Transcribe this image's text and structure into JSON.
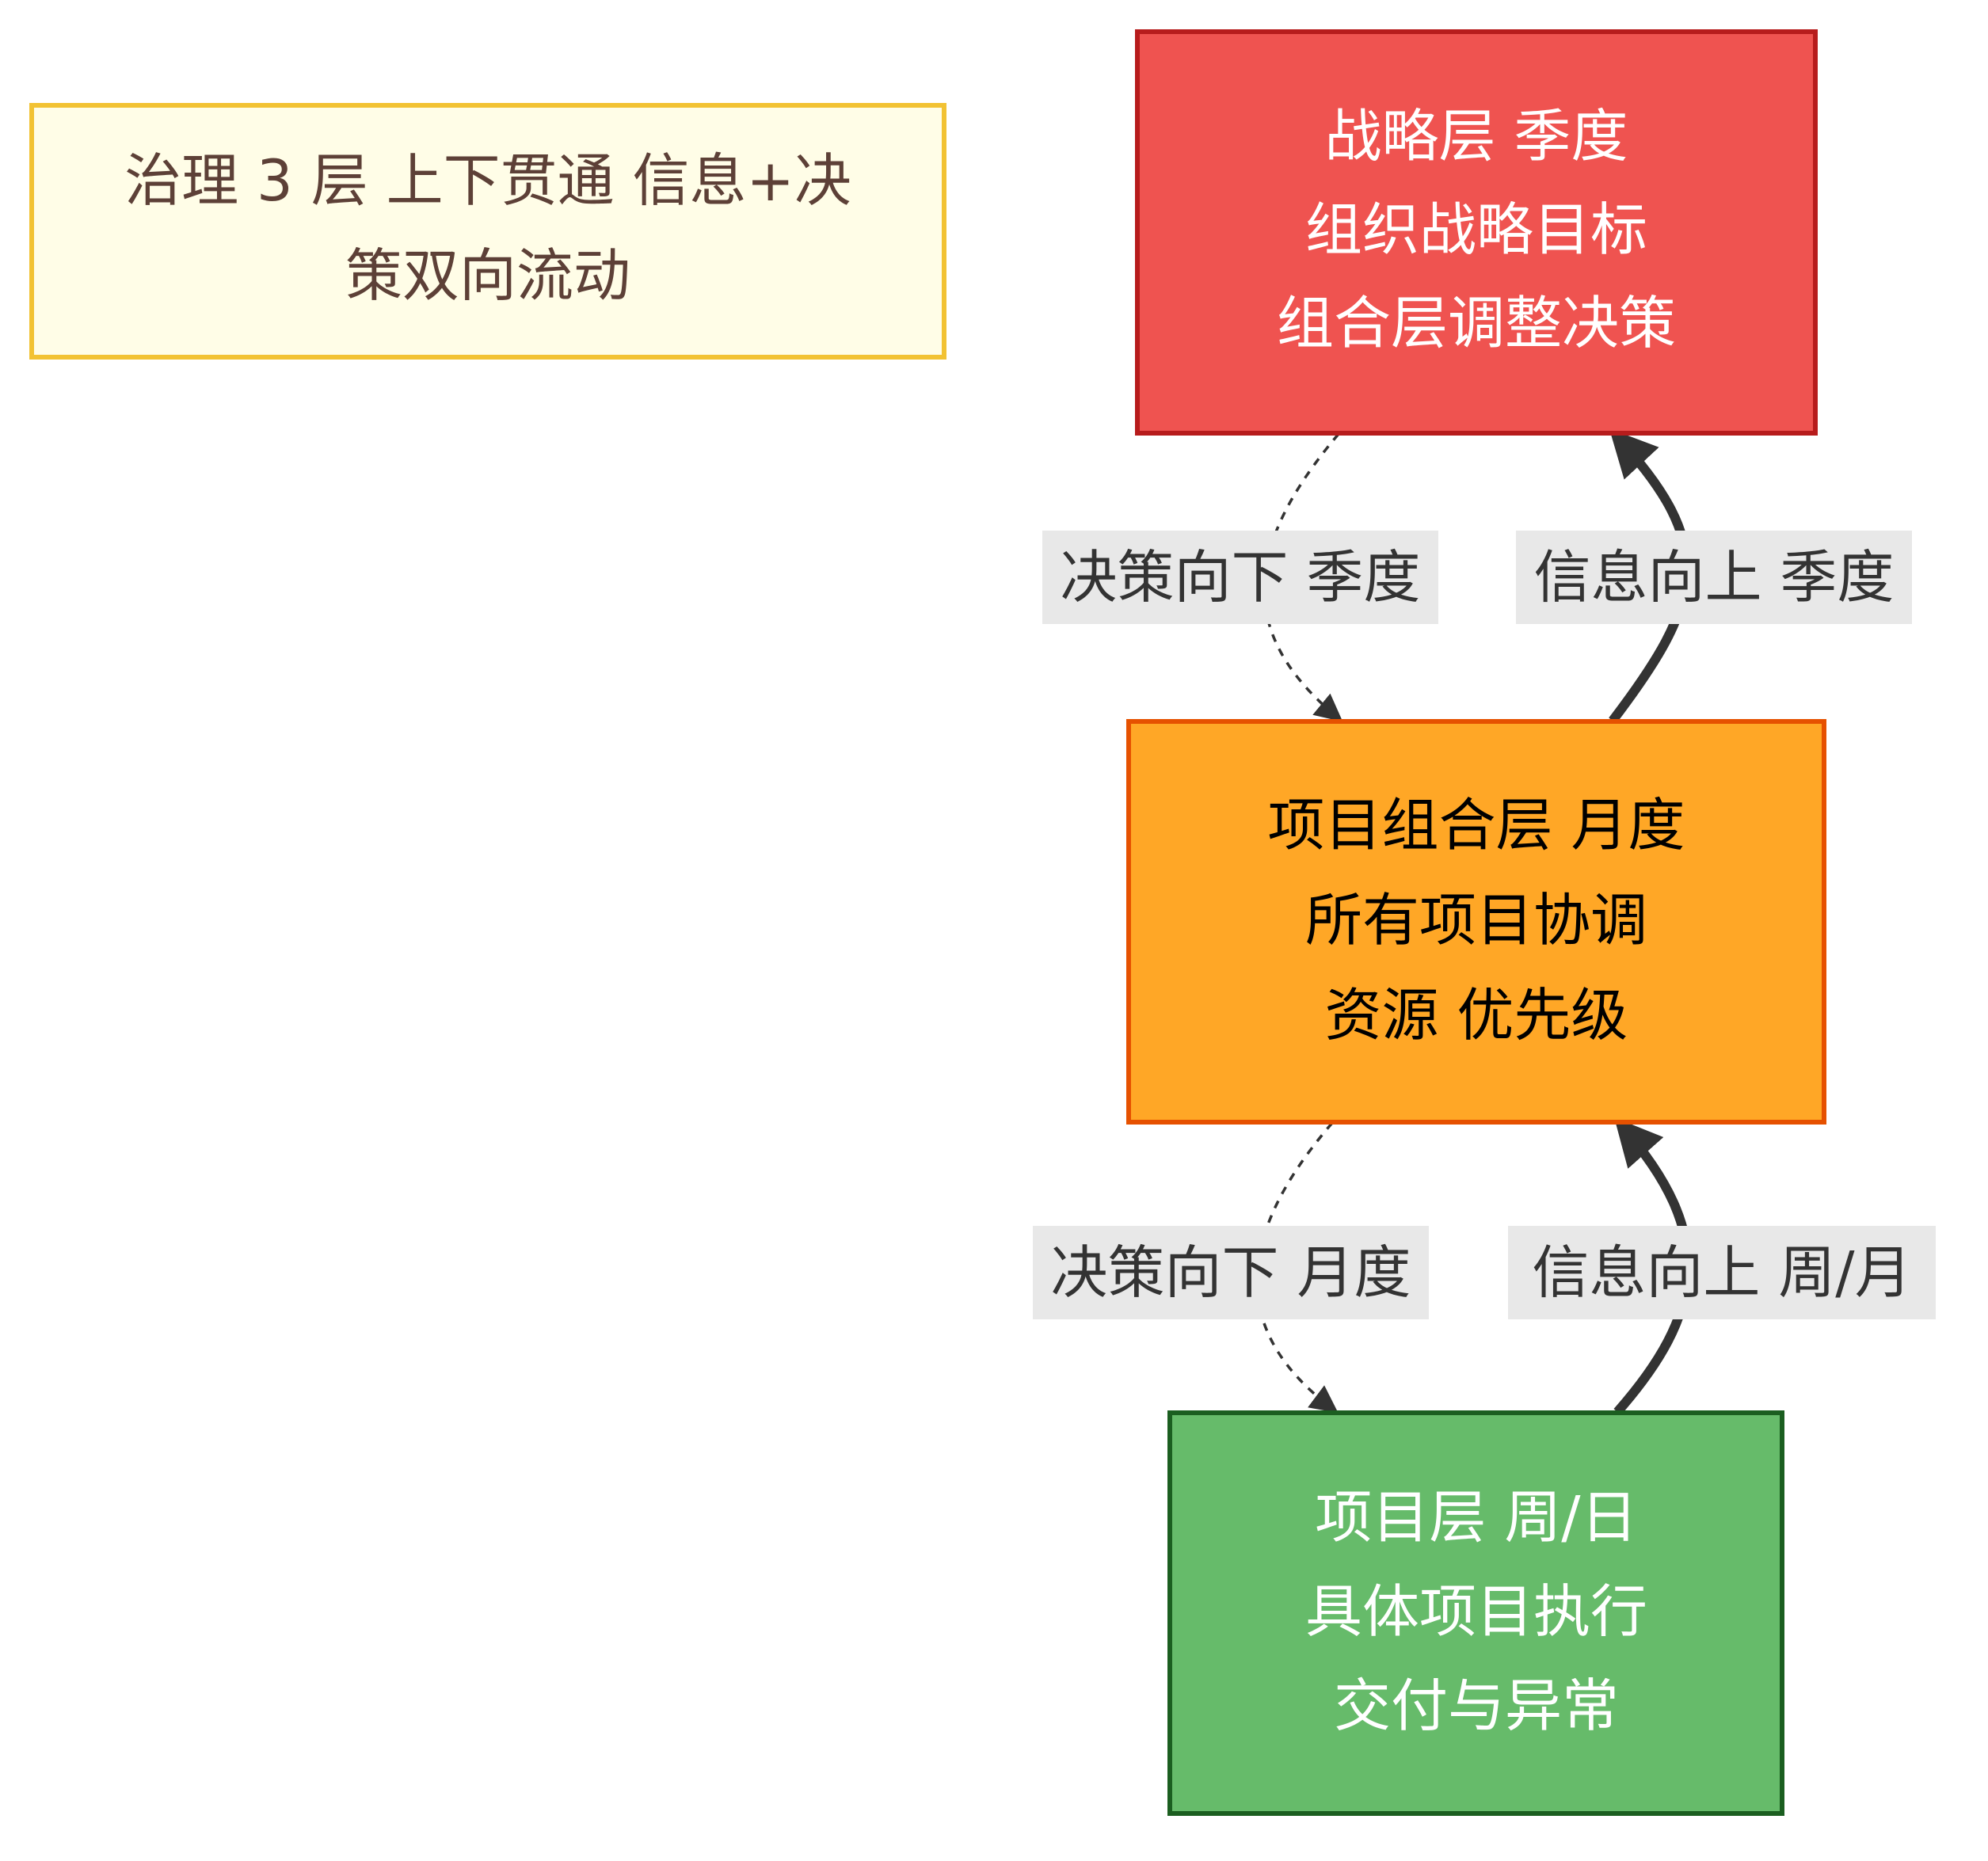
{
  "note": {
    "lines": [
      "治理 3 层 上下贯通 信息+决",
      "策双向流动"
    ],
    "fill": "#fffde7",
    "stroke": "#f2c233",
    "text_color": "#5d4037"
  },
  "nodes": {
    "strategy": {
      "lines": [
        "战略层 季度",
        "组织战略目标",
        "组合层调整决策"
      ],
      "fill": "#ef5350",
      "stroke": "#b71c1c",
      "text_color": "#ffffff"
    },
    "portfolio": {
      "lines": [
        "项目组合层 月度",
        "所有项目协调",
        "资源 优先级"
      ],
      "fill": "#ffa726",
      "stroke": "#e65100",
      "text_color": "#000000"
    },
    "project": {
      "lines": [
        "项目层 周/日",
        "具体项目执行",
        "交付与异常"
      ],
      "fill": "#66bb6a",
      "stroke": "#1b5e20",
      "text_color": "#ffffff"
    }
  },
  "edges": {
    "down_quarter": {
      "label": "决策向下 季度"
    },
    "up_quarter": {
      "label": "信息向上 季度"
    },
    "down_month": {
      "label": "决策向下 月度"
    },
    "up_week_month": {
      "label": "信息向上 周/月"
    }
  },
  "colors": {
    "edge": "#333333",
    "label_bg": "#e8e8e8"
  }
}
